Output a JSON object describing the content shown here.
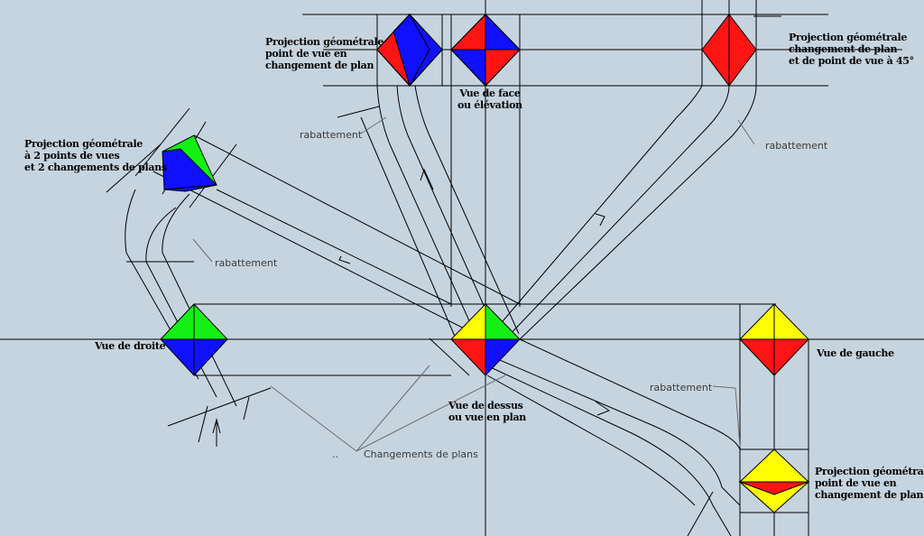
{
  "labels": {
    "proj_top_left": [
      "Projection géométrale",
      "point de vue en",
      "changement de plan"
    ],
    "face": [
      "Vue de face",
      "ou élévation"
    ],
    "proj_top_right": [
      "Projection géométrale",
      "changement de plan",
      "et de point de vue à 45°"
    ],
    "proj_2pts": [
      "Projection géométrale",
      "à 2 points de vues",
      "et 2 changements de plans"
    ],
    "droite": "Vue de droite",
    "gauche": "Vue de gauche",
    "dessus": [
      "Vue de dessus",
      "ou vue en plan"
    ],
    "proj_bottom_right": [
      "Projection géométrale",
      "point de vue en",
      "changement de plan"
    ]
  },
  "annotations": {
    "rabattement": "rabattement",
    "changements": "Changements de plans",
    "dots": ".."
  },
  "colors": {
    "background": "#c6d4df",
    "red": "#ff1414",
    "blue": "#1010ff",
    "green": "#14f014",
    "yellow": "#ffff00",
    "line": "#000000",
    "leader": "#6e6e6e"
  }
}
